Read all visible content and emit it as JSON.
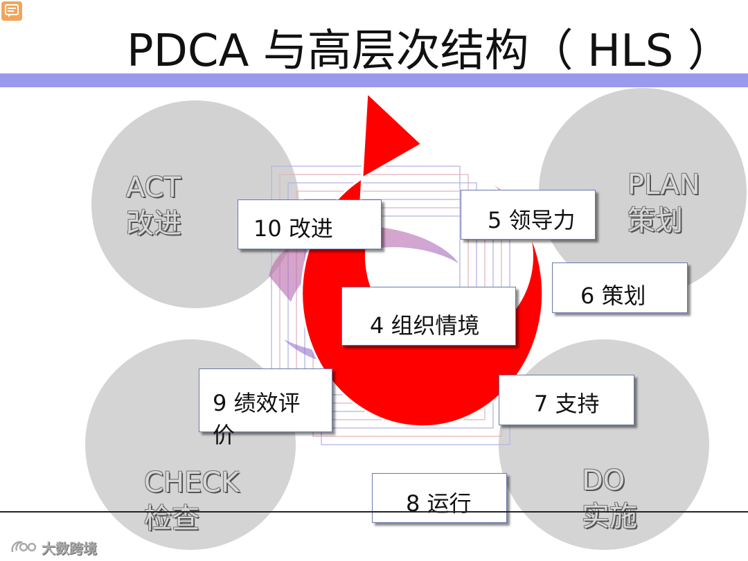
{
  "title": "PDCA 与高层次结构（ HLS ）",
  "quadrants": {
    "act": {
      "en": "ACT",
      "zh": "改进"
    },
    "plan": {
      "en": "PLAN",
      "zh": "策划"
    },
    "check": {
      "en": "CHECK",
      "zh": "检查"
    },
    "do": {
      "en": "DO",
      "zh": "实施"
    }
  },
  "clauses": {
    "c4": "4 组织情境",
    "c5": "5 领导力",
    "c6": "6 策划",
    "c7": "7 支持",
    "c8": "8 运行",
    "c9_line1": "9 绩效评",
    "c9_line2": "价",
    "c10": "10 改进"
  },
  "watermark": "大数跨境",
  "colors": {
    "title_bar": "#9999ee",
    "arrow_red": "#ff0000",
    "quadrant_circle": "#d0d0d0",
    "slide_icon": "#f2a55a"
  },
  "icons": {
    "slide_icon": "note-icon",
    "watermark_logo": "swirl-logo-icon"
  }
}
